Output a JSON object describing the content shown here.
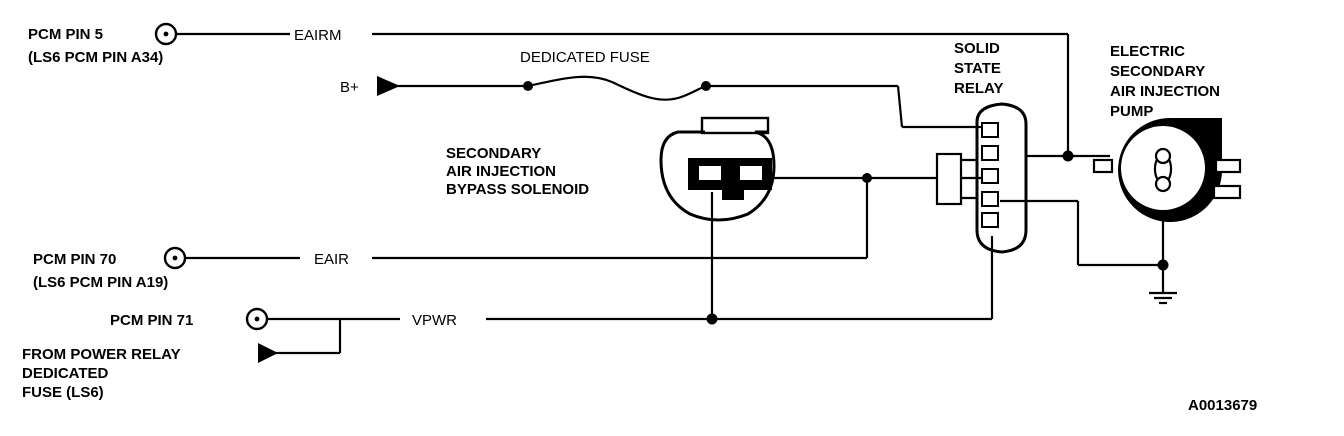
{
  "diagram": {
    "pcm_pin_5": {
      "line1": "PCM PIN 5",
      "line2": "(LS6 PCM PIN A34)"
    },
    "eairm": "EAIRM",
    "dedicated_fuse": "DEDICATED FUSE",
    "b_plus": "B+",
    "solid_state_relay": [
      "SOLID",
      "STATE",
      "RELAY"
    ],
    "pump": [
      "ELECTRIC",
      "SECONDARY",
      "AIR INJECTION",
      "PUMP"
    ],
    "solenoid": [
      "SECONDARY",
      "AIR INJECTION",
      "BYPASS SOLENOID"
    ],
    "pcm_pin_70": {
      "line1": "PCM PIN 70",
      "line2": "(LS6 PCM PIN A19)"
    },
    "eair": "EAIR",
    "pcm_pin_71": "PCM PIN 71",
    "vpwr": "VPWR",
    "power_relay": [
      "FROM POWER RELAY",
      "DEDICATED",
      "FUSE (LS6)"
    ],
    "figure_id": "A0013679"
  }
}
